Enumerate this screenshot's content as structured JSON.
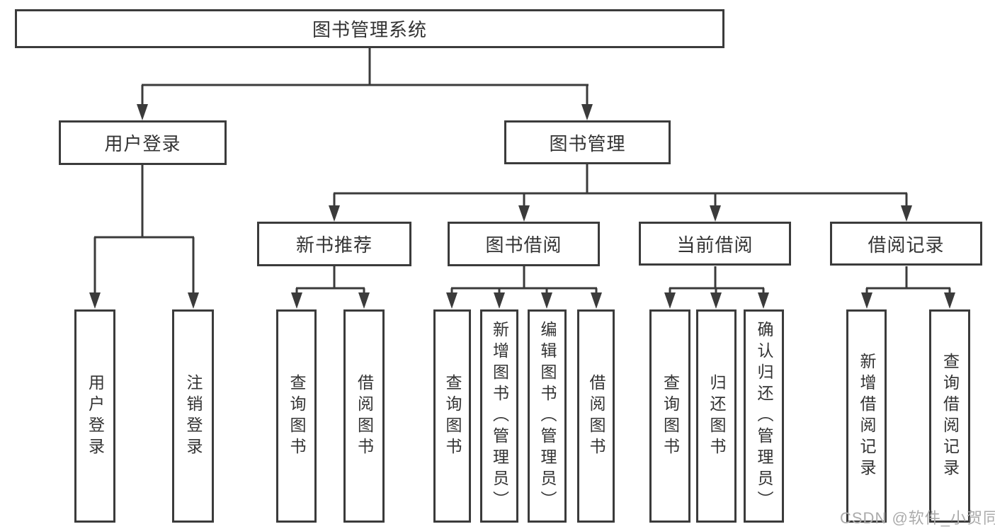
{
  "diagram": {
    "title_hint": "library management system function structure",
    "root": {
      "label": "图书管理系统"
    },
    "branches": [
      {
        "label": "用户登录",
        "leaves": [
          {
            "label": "用户登录"
          },
          {
            "label": "注销登录"
          }
        ]
      },
      {
        "label": "图书管理",
        "children": [
          {
            "label": "新书推荐",
            "leaves": [
              {
                "label": "查询图书"
              },
              {
                "label": "借阅图书"
              }
            ]
          },
          {
            "label": "图书借阅",
            "leaves": [
              {
                "label": "查询图书"
              },
              {
                "label": "新增图书（管理员）"
              },
              {
                "label": "编辑图书（管理员）"
              },
              {
                "label": "借阅图书"
              }
            ]
          },
          {
            "label": "当前借阅",
            "leaves": [
              {
                "label": "查询图书"
              },
              {
                "label": "归还图书"
              },
              {
                "label": "确认归还（管理员）"
              }
            ]
          },
          {
            "label": "借阅记录",
            "leaves": [
              {
                "label": "新增借阅记录"
              },
              {
                "label": "查询借阅记录"
              }
            ]
          }
        ]
      }
    ]
  },
  "watermark": {
    "text": "CSDN @软件_小贺同学"
  },
  "colors": {
    "line": "#3b3b3b",
    "text": "#333333",
    "watermark": "#ababab",
    "background": "#ffffff"
  }
}
